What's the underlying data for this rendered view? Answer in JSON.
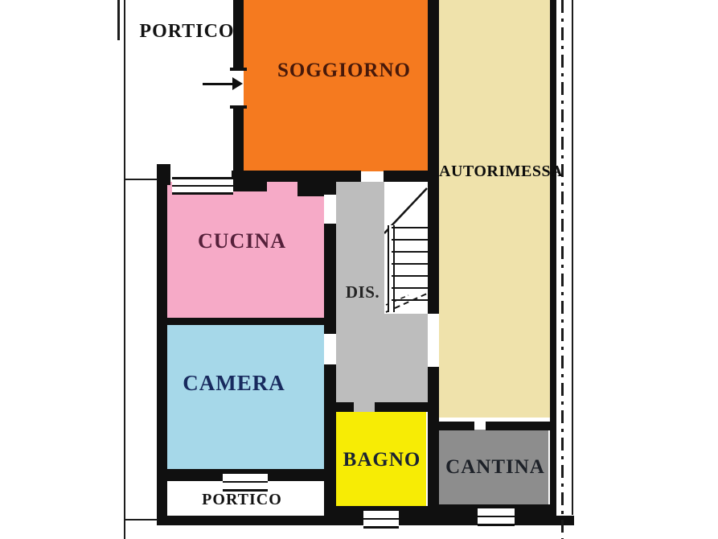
{
  "rooms": {
    "portico_top": {
      "label": "PORTICO",
      "fill": "#ffffff",
      "text_color": "#121212"
    },
    "soggiorno": {
      "label": "SOGGIORNO",
      "fill": "#f57a1f",
      "text_color": "#47190a"
    },
    "autorimessa": {
      "label": "AUTORIMESSA",
      "fill": "#efe2ab",
      "text_color": "#0d0d0d"
    },
    "cucina": {
      "label": "CUCINA",
      "fill": "#f6aac7",
      "text_color": "#55203a"
    },
    "dis": {
      "label": "DIS.",
      "fill": "#bdbdbd",
      "text_color": "#242424"
    },
    "camera": {
      "label": "CAMERA",
      "fill": "#a6d8e9",
      "text_color": "#182a5e"
    },
    "bagno": {
      "label": "BAGNO",
      "fill": "#f7ec05",
      "text_color": "#1b2433"
    },
    "cantina": {
      "label": "CANTINA",
      "fill": "#8d8d8d",
      "text_color": "#1d2128"
    },
    "portico_bottom": {
      "label": "PORTICO",
      "fill": "#ffffff",
      "text_color": "#121212"
    }
  },
  "stairs": {
    "treads": 7
  },
  "colors": {
    "wall": "#101010",
    "boundary_line": "#1c1c1c",
    "stair_lines": "#141414"
  }
}
